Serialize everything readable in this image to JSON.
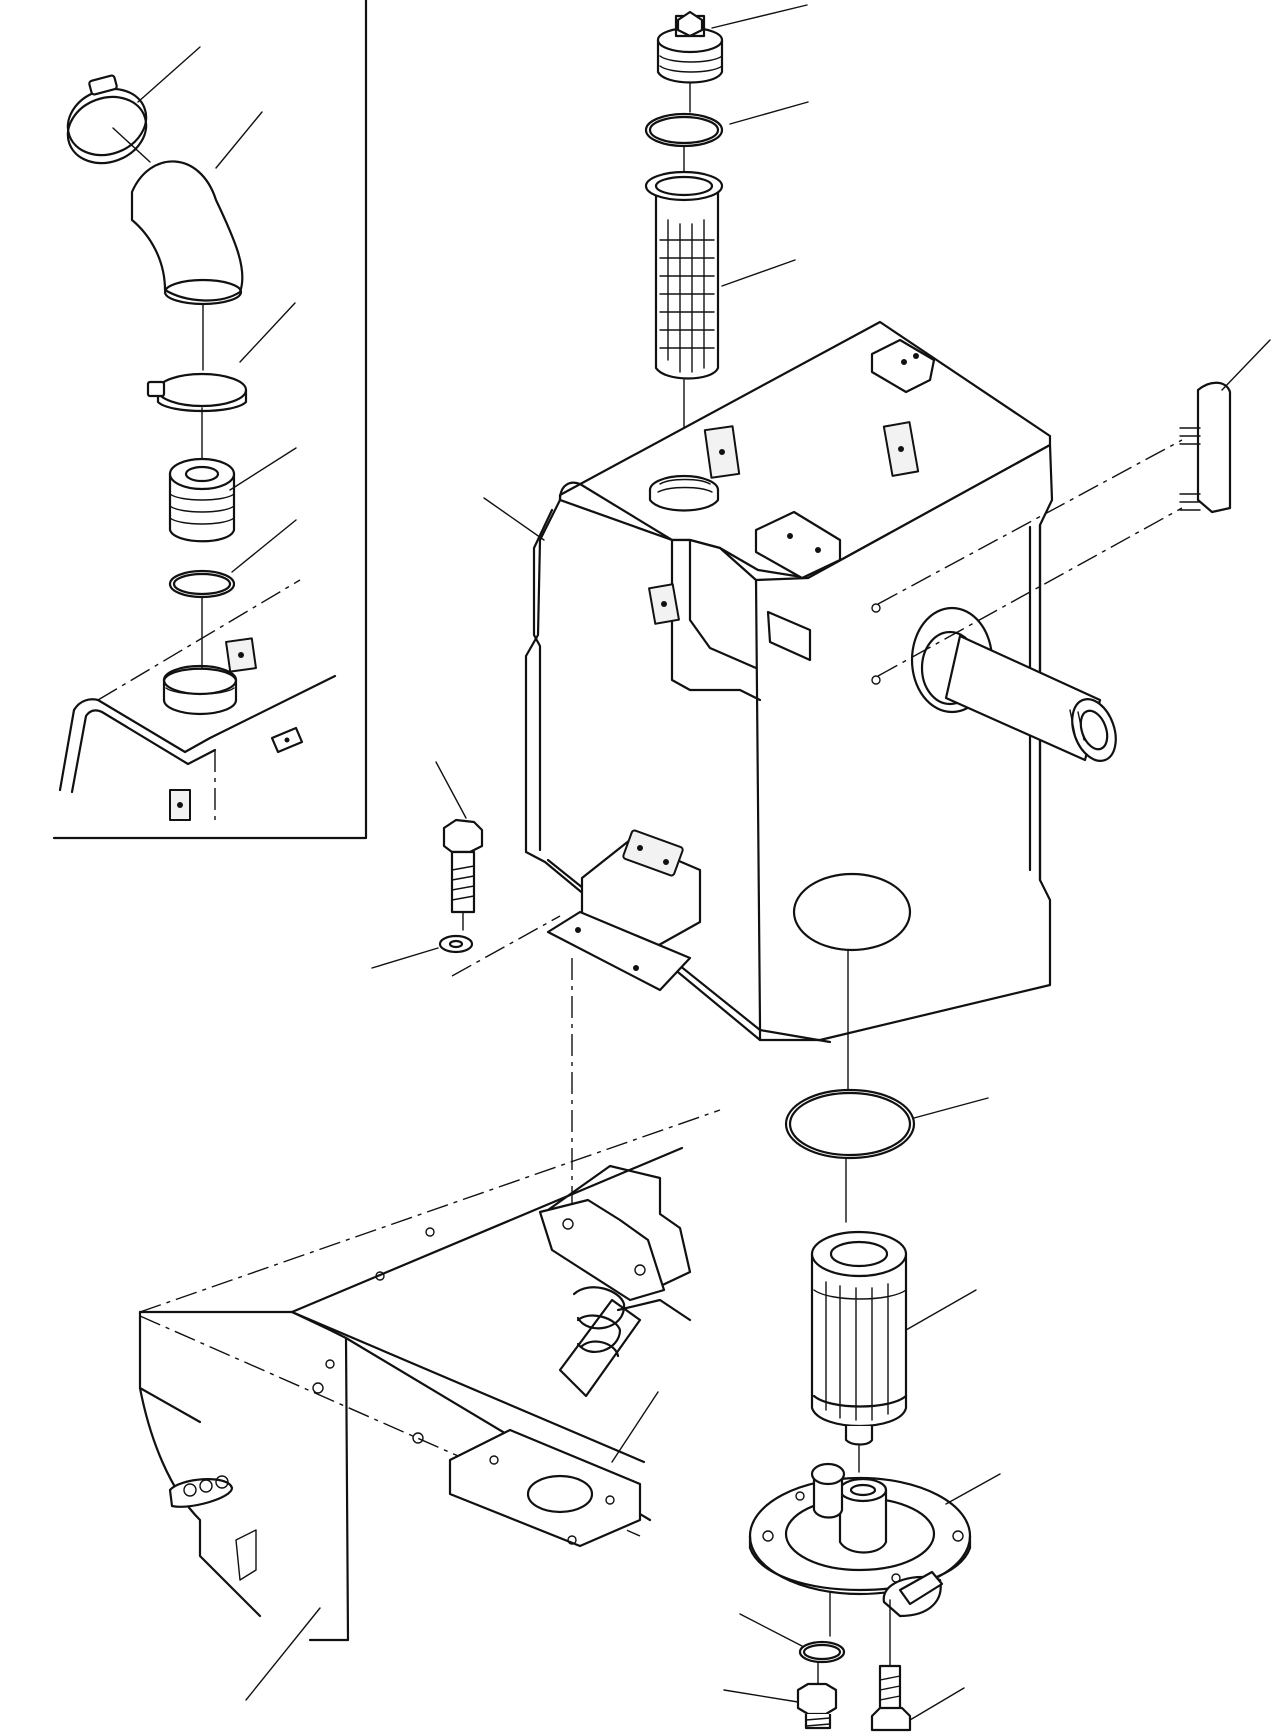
{
  "diagram": {
    "kind": "exploded-parts-view",
    "line_color": "#111111",
    "background": "#ffffff",
    "components": [
      "filler-cap",
      "cap-o-ring",
      "strainer",
      "hydraulic-tank",
      "breather-pipe",
      "mounting-plate",
      "mounting-bolt",
      "washer",
      "tank-o-ring",
      "return-filter",
      "filter-base",
      "drain-o-ring",
      "drain-plug",
      "base-bolt",
      "frame",
      "inset-clamp",
      "inset-elbow-hose",
      "inset-hose-clamp",
      "inset-adapter",
      "inset-o-ring",
      "inset-tank-top"
    ]
  }
}
